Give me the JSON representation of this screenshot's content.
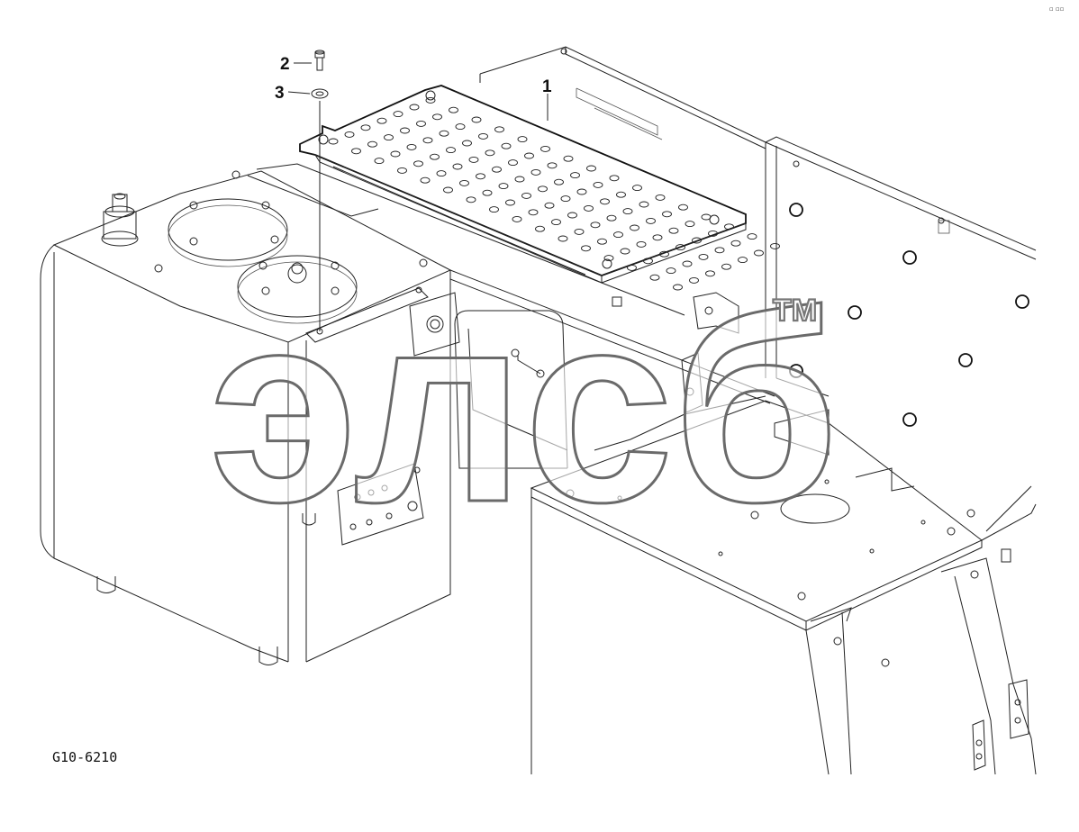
{
  "diagram": {
    "figure_code": "G10-6210",
    "watermark": "элсб",
    "trademark": "TM",
    "corner_mark": "▫ ▫▫",
    "callouts": [
      {
        "id": "1",
        "label": "1",
        "part": "perforated-cover-plate"
      },
      {
        "id": "2",
        "label": "2",
        "part": "bolt"
      },
      {
        "id": "3",
        "label": "3",
        "part": "washer"
      }
    ]
  }
}
